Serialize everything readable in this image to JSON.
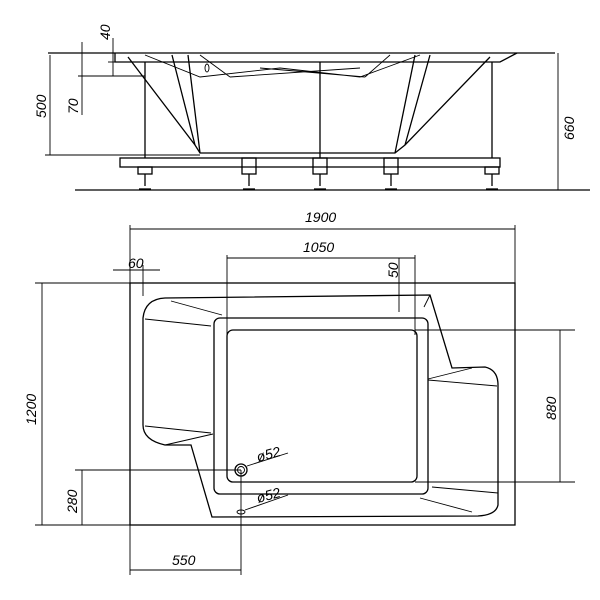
{
  "colors": {
    "line": "#000000",
    "background": "#ffffff"
  },
  "side_view": {
    "dims": {
      "rim_40": "40",
      "rim_70": "70",
      "depth_500": "500",
      "height_660": "660"
    }
  },
  "plan_view": {
    "dims": {
      "length_1900": "1900",
      "basin_1050": "1050",
      "offset_60": "60",
      "offset_50": "50",
      "width_880": "880",
      "width_1200": "1200",
      "drain_280": "280",
      "drain_550": "550",
      "drain_diameter": "ø52",
      "overflow_diameter": "ø52"
    }
  }
}
